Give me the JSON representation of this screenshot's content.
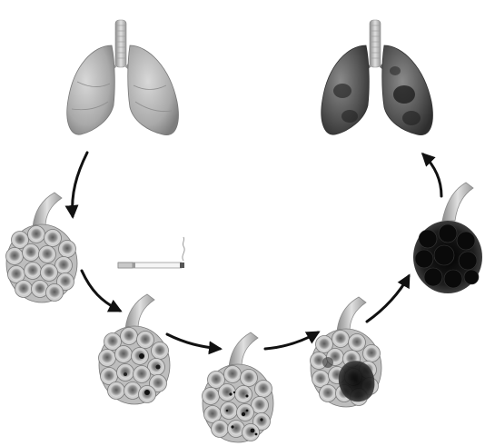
{
  "diagram": {
    "stages": [
      {
        "id": "healthy-lungs",
        "kind": "lungs",
        "damage": 0
      },
      {
        "id": "healthy-alveoli",
        "kind": "alveoli",
        "damage": 0
      },
      {
        "id": "alveoli-early-damage",
        "kind": "alveoli",
        "damage": 0.15
      },
      {
        "id": "alveoli-spotted-damage",
        "kind": "alveoli",
        "damage": 0.3
      },
      {
        "id": "alveoli-severe-damage",
        "kind": "alveoli",
        "damage": 0.6
      },
      {
        "id": "alveoli-black",
        "kind": "alveoli",
        "damage": 1.0
      },
      {
        "id": "diseased-lungs",
        "kind": "lungs",
        "damage": 1.0
      }
    ],
    "arrow_icon": "curved-arrow-icon",
    "cigarette_icon": "cigarette-icon",
    "colors": {
      "lung_healthy": "#b8b8b8",
      "lung_diseased": "#4a4a4a",
      "alveolus_light": "#d9d9d9",
      "alveolus_dark": "#111111",
      "arrow": "#111111"
    }
  }
}
